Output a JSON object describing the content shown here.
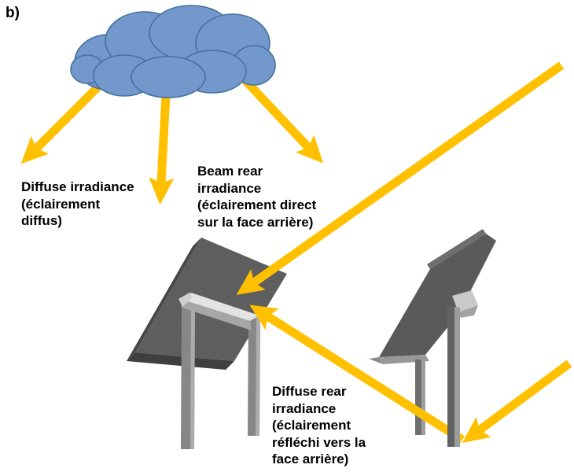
{
  "figure": {
    "label": "b)"
  },
  "annotations": {
    "diffuse_irradiance": "Diffuse irradiance\n(éclairement\ndiffus)",
    "beam_rear_irradiance": "Beam rear\nirradiance\n(éclairement direct\nsur la face arrière)",
    "diffuse_rear_irradiance": "Diffuse rear\nirradiance\n(éclairement\nréfléchi vers la\nface arrière)"
  },
  "colors": {
    "arrow": "#FFC000",
    "cloud_fill": "#7398CB",
    "cloud_stroke": "#44719E",
    "panel_face": "#5E5E5E",
    "panel_face_right": "#5A5A5A",
    "panel_edge": "#474747",
    "panel_edge_bottom": "#3F3F3F",
    "support_light": "#E3E3E3",
    "support_mid": "#A6A6A6",
    "leg": "#878787",
    "leg_highlight": "#ACACAC",
    "text": "#000000"
  }
}
